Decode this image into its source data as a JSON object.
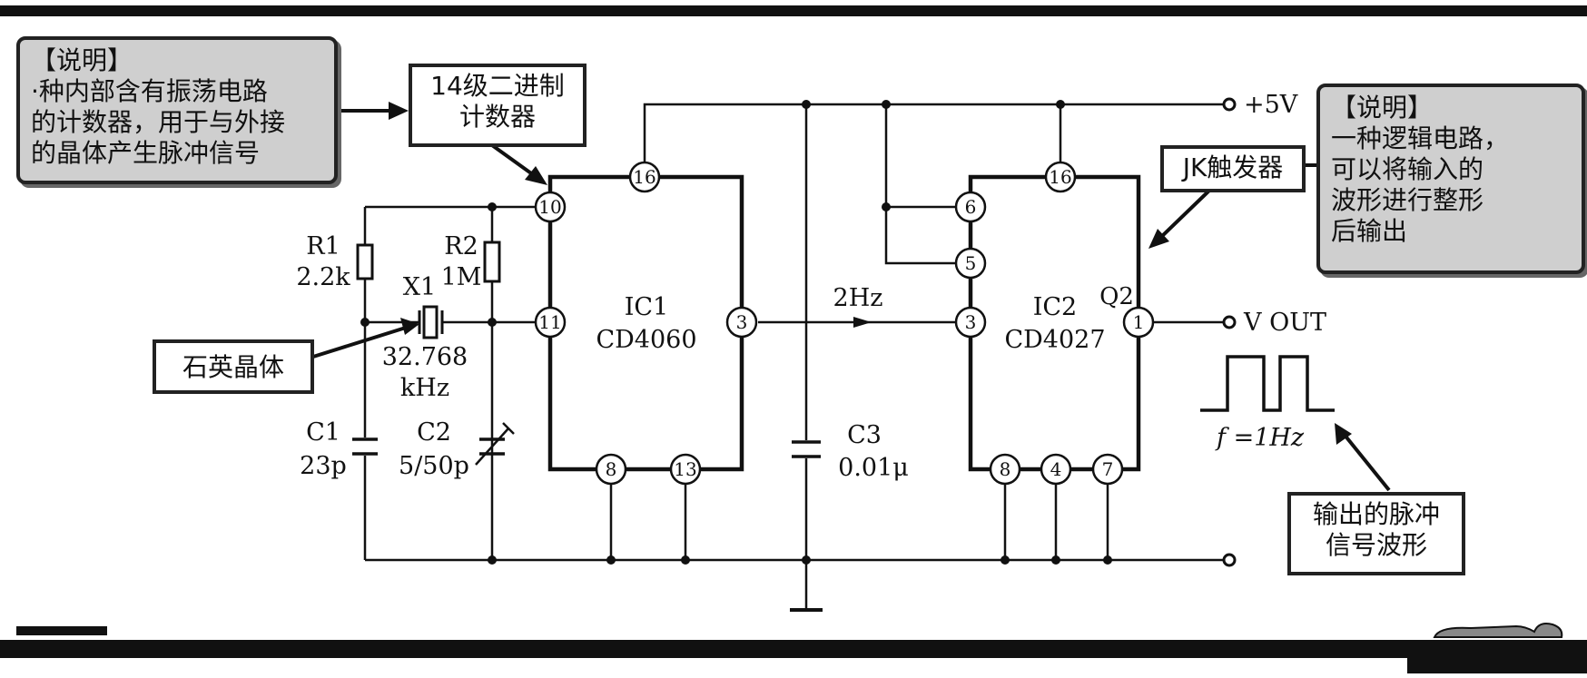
{
  "note_left": {
    "title": "【说明】",
    "lines": [
      "·种内部含有振荡电路",
      "的计数器，用于与外接",
      "的晶体产生脉冲信号"
    ]
  },
  "note_right": {
    "title": "【说明】",
    "lines": [
      "一种逻辑电路，",
      "可以将输入的",
      "波形进行整形",
      "后输出"
    ]
  },
  "label_counter": {
    "lines": [
      "14级二进制",
      "计数器"
    ]
  },
  "label_jk": {
    "lines": [
      "JK触发器"
    ]
  },
  "label_crystal": {
    "lines": [
      "石英晶体"
    ]
  },
  "label_output": {
    "lines": [
      "输出的脉冲",
      "信号波形"
    ]
  },
  "ic1": {
    "name": "IC1",
    "part": "CD4060",
    "pins": [
      "16",
      "10",
      "11",
      "3",
      "8",
      "13"
    ]
  },
  "ic2": {
    "name": "IC2",
    "part": "CD4027",
    "pins": [
      "16",
      "6",
      "5",
      "3",
      "1",
      "8",
      "4",
      "7"
    ],
    "q_label": "Q2"
  },
  "components": {
    "r1": {
      "name": "R1",
      "value": "2.2k"
    },
    "r2": {
      "name": "R2",
      "value": "1M"
    },
    "x1": {
      "name": "X1",
      "value1": "32.768",
      "value2": "kHz"
    },
    "c1": {
      "name": "C1",
      "value": "23p"
    },
    "c2": {
      "name": "C2",
      "value": "5/50p"
    },
    "c3": {
      "name": "C3",
      "value": "0.01μ"
    }
  },
  "signals": {
    "vcc": "+5V",
    "vout": "V OUT",
    "freq_mid": "2Hz",
    "freq_out": "f =1Hz"
  }
}
